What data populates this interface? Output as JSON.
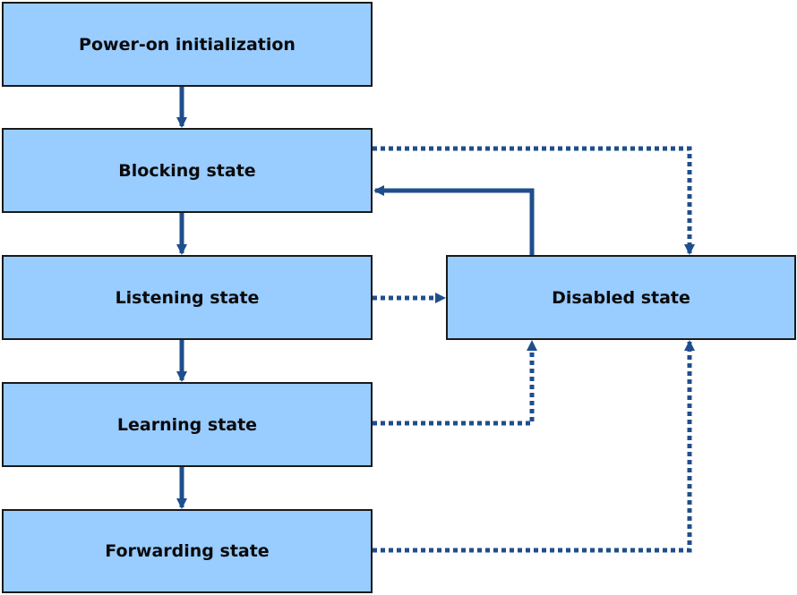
{
  "diagram": {
    "states": {
      "power_on": "Power-on initialization",
      "blocking": "Blocking state",
      "listening": "Listening state",
      "learning": "Learning state",
      "forwarding": "Forwarding state",
      "disabled": "Disabled state"
    },
    "colors": {
      "box_fill": "#99ccff",
      "box_border": "#1a1a1a",
      "arrow": "#1f4e8c"
    }
  }
}
